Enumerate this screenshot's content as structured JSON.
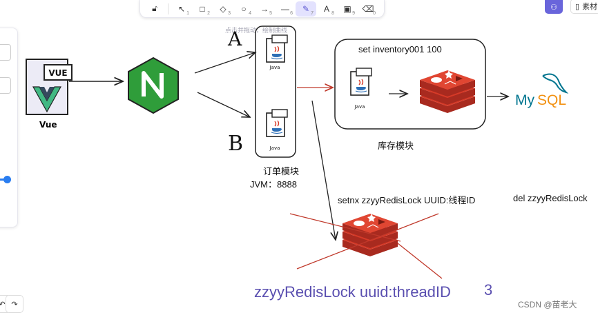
{
  "toolbar": {
    "tools": [
      {
        "icon": "lock-icon",
        "glyph": "🔓︎",
        "key": ""
      },
      {
        "icon": "selection-icon",
        "glyph": "↖",
        "key": "1"
      },
      {
        "icon": "rectangle-icon",
        "glyph": "□",
        "key": "2"
      },
      {
        "icon": "diamond-icon",
        "glyph": "◇",
        "key": "3"
      },
      {
        "icon": "ellipse-icon",
        "glyph": "○",
        "key": "4"
      },
      {
        "icon": "arrow-icon",
        "glyph": "→",
        "key": "5"
      },
      {
        "icon": "line-icon",
        "glyph": "—",
        "key": "6"
      },
      {
        "icon": "pencil-icon",
        "glyph": "✎",
        "key": "7"
      },
      {
        "icon": "text-icon",
        "glyph": "A",
        "key": "8"
      },
      {
        "icon": "image-icon",
        "glyph": "▣",
        "key": "9"
      },
      {
        "icon": "eraser-icon",
        "glyph": "⌫",
        "key": "0"
      }
    ],
    "active_tool": "pencil-icon"
  },
  "top_right": {
    "library_label": "素材"
  },
  "canvas_hint": "点击并拖动，绘制曲线",
  "diagram": {
    "vue_logo_text": "VUE",
    "vue_label": "Vue",
    "label_a": "A",
    "label_b": "B",
    "java_label": "Java",
    "order_module": "订单模块",
    "jvm_port": "JVM：8888",
    "set_cmd": "set inventory001 100",
    "inventory_module": "库存模块",
    "mysql_text_my": "My",
    "mysql_text_sql": "SQL",
    "setnx_cmd": "setnx   zzyyRedisLock   UUID:线程ID",
    "del_cmd": "del zzyyRedisLock",
    "lock_value": "zzyyRedisLock uuid:threadID",
    "lock_number": "3"
  },
  "bottom_left": {
    "undo": "↶",
    "redo": "↷"
  },
  "watermark": "CSDN @苗老大",
  "colors": {
    "accent": "#6965db",
    "nginx_green": "#2f9d3a",
    "redis_red": "#d63a28",
    "mysql_blue": "#00758f",
    "mysql_orange": "#f29111",
    "red_arrow": "#c0392b",
    "purple_text": "#5a4fb0"
  }
}
